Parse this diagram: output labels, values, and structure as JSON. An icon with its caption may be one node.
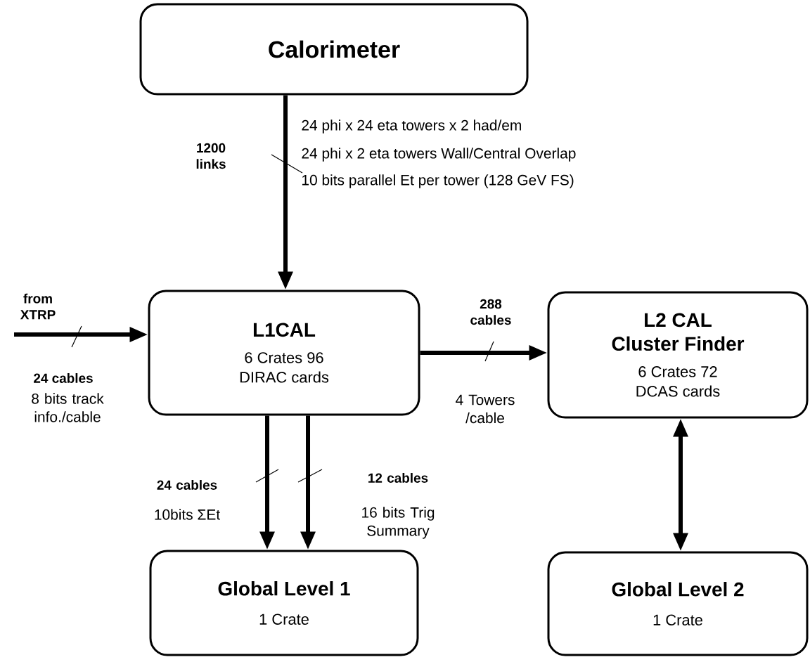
{
  "diagram": {
    "nodes": [
      {
        "text": [
          "Calorimeter"
        ]
      },
      {
        "text": [
          "L1CAL",
          "6 Crates 96 DIRAC cards"
        ]
      },
      {
        "text": [
          "L2 CAL Cluster Finder",
          "6 Crates 72 DCAS cards"
        ]
      },
      {
        "text": [
          "Global Level 1",
          "1 Crate"
        ]
      },
      {
        "text": [
          "Global Level 2",
          "1 Crate"
        ]
      }
    ],
    "edges": [
      {
        "from": 0,
        "to": 1,
        "arrow": "to",
        "label": "1200 links"
      },
      {
        "from": null,
        "to": 1,
        "arrow": "to",
        "label": "from XTRP"
      },
      {
        "from": 1,
        "to": 2,
        "arrow": "to",
        "label": "288 cables"
      },
      {
        "from": 1,
        "to": 3,
        "arrow": "to",
        "label": "24 cables"
      },
      {
        "from": 1,
        "to": 3,
        "arrow": "to",
        "label": "12 cables"
      },
      {
        "from": 2,
        "to": 4,
        "arrow": "both"
      }
    ],
    "labels": [
      "24 phi x 24 eta towers x 2 had/em",
      "24 phi x 2 eta towers Wall/Central Overlap",
      "10 bits parallel Et per tower (128 GeV FS)",
      "24 cables",
      "8 bits track info./cable",
      "4 Towers /cable",
      "10bits ΣEt",
      "16 bits Trig Summary"
    ]
  }
}
